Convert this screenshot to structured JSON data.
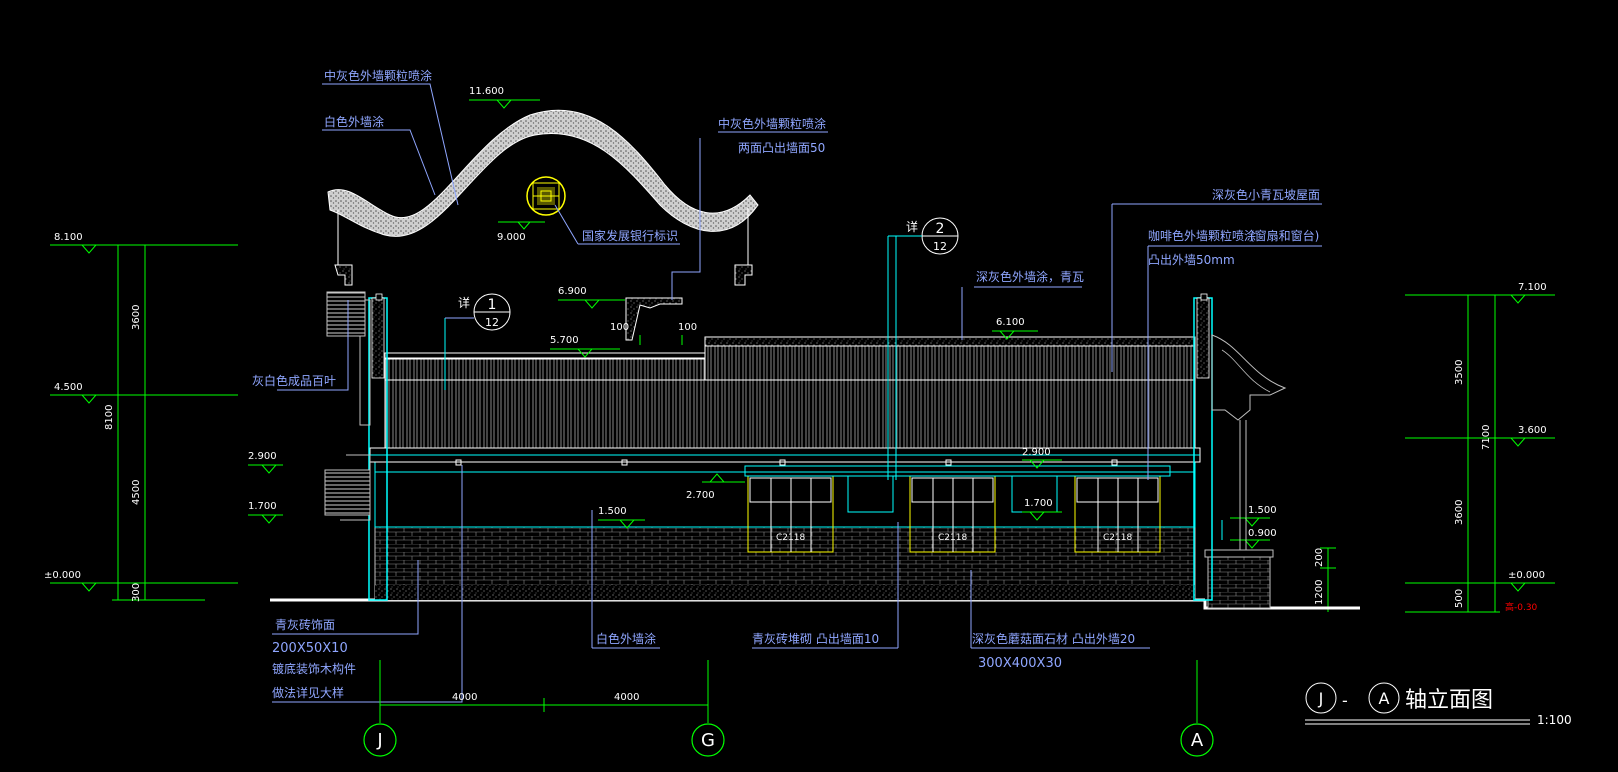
{
  "drawing": {
    "title": "轴立面图",
    "title_grid_from": "J",
    "title_dash": "-",
    "title_grid_to": "A",
    "scale": "1:100"
  },
  "grids": [
    {
      "label": "J"
    },
    {
      "label": "G"
    },
    {
      "label": "A"
    }
  ],
  "grid_dims": [
    "4000",
    "4000"
  ],
  "levels_left": [
    "8.100",
    "4.500",
    "±0.000",
    "2.900",
    "1.700"
  ],
  "dims_left": [
    "3600",
    "8100",
    "4500",
    "300"
  ],
  "levels_right": [
    "7.100",
    "3.600",
    "±0.000",
    "1.500",
    "0.900"
  ],
  "dims_right": [
    "3500",
    "7100",
    "3600",
    "500",
    "200",
    "1200"
  ],
  "red_mark": "高-0.30",
  "levels_mid": [
    "11.600",
    "9.000",
    "6.900",
    "5.700",
    "6.100",
    "1.500",
    "2.700",
    "2.900",
    "1.700"
  ],
  "small_dims": [
    "100",
    "100"
  ],
  "annotations": {
    "top_1": "中灰色外墙颗粒喷涂",
    "top_2": "白色外墙涂",
    "top_3": "中灰色外墙颗粒喷涂",
    "top_4": "两面凸出墙面50",
    "bank_logo": "国家发展银行标识",
    "roof_1": "深灰色小青瓦坡屋面",
    "roof_2": "咖啡色外墙颗粒喷涂",
    "roof_3": "(窗扇和窗台)",
    "roof_4": "凸出外墙50mm",
    "wall_top": "深灰色外墙涂，青瓦",
    "louver": "灰白色成品百叶",
    "bottom_1": "青灰砖饰面",
    "bottom_2": "200X50X10",
    "bottom_3": "镀底装饰木构件",
    "bottom_4": "做法详见大样",
    "bottom_5": "白色外墙涂",
    "bottom_6": "青灰砖堆砌 凸出墙面10",
    "bottom_7": "深灰色蘑菇面石材 凸出外墙20",
    "bottom_8": "300X400X30"
  },
  "details": [
    {
      "prefix": "详",
      "num": "1",
      "sheet": "12"
    },
    {
      "prefix": "详",
      "num": "2",
      "sheet": "12"
    }
  ],
  "windows": [
    "C2118",
    "C2118",
    "C2118"
  ],
  "colors": {
    "background": "#000000",
    "green": "#00ff00",
    "cyan": "#00ffff",
    "yellow": "#ffff00",
    "white": "#ffffff",
    "annotation": "#8fa6ff",
    "red": "#ff0000"
  }
}
